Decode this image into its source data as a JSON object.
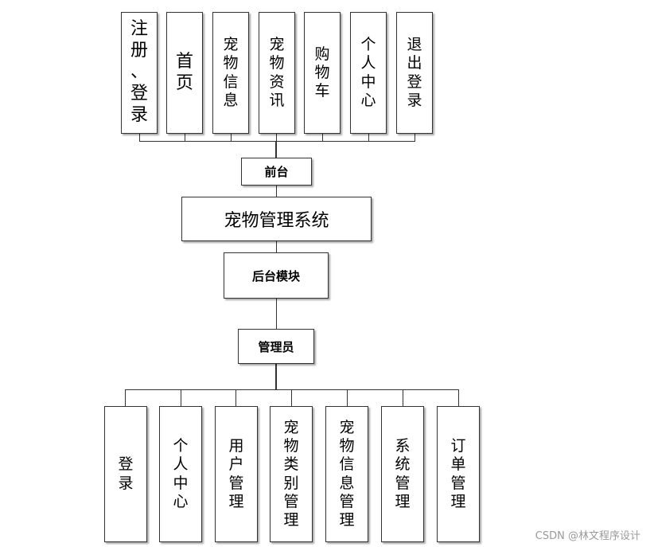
{
  "diagram": {
    "frontend_items": [
      {
        "key": "register-login",
        "label": "注册、登录"
      },
      {
        "key": "home",
        "label": "首页"
      },
      {
        "key": "pet-info",
        "label": "宠物信息"
      },
      {
        "key": "pet-news",
        "label": "宠物资讯"
      },
      {
        "key": "cart",
        "label": "购物车"
      },
      {
        "key": "personal-center",
        "label": "个人中心"
      },
      {
        "key": "logout",
        "label": "退出登录"
      }
    ],
    "frontend_label": "前台",
    "system_label": "宠物管理系统",
    "backend_label": "后台模块",
    "admin_label": "管理员",
    "backend_items": [
      {
        "key": "login",
        "label": "登录"
      },
      {
        "key": "personal-center",
        "label": "个人中心"
      },
      {
        "key": "user-management",
        "label": "用户管理"
      },
      {
        "key": "pet-category-management",
        "label": "宠物类别管理"
      },
      {
        "key": "pet-info-management",
        "label": "宠物信息管理"
      },
      {
        "key": "system-management",
        "label": "系统管理"
      },
      {
        "key": "order-management",
        "label": "订单管理"
      }
    ],
    "watermark": "CSDN @林文程序设计"
  }
}
